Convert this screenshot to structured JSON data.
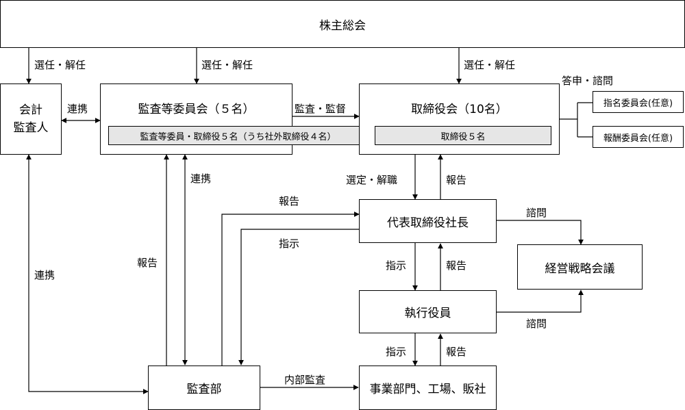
{
  "boxes": {
    "shareholders_meeting": "株主総会",
    "accounting_auditor_line1": "会計",
    "accounting_auditor_line2": "監査人",
    "audit_committee": "監査等委員会（５名）",
    "audit_committee_members": "監査等委員・取締役５名（うち社外取締役４名）",
    "board": "取締役会（10名）",
    "board_members": "取締役５名",
    "nomination_committee": "指名委員会(任意)",
    "compensation_committee": "報酬委員会(任意)",
    "president": "代表取締役社長",
    "strategy_meeting": "経営戦略会議",
    "executive_officers": "執行役員",
    "audit_department": "監査部",
    "business_units": "事業部門、工場、販社"
  },
  "labels": {
    "appoint_dismiss_1": "選任・解任",
    "appoint_dismiss_2": "選任・解任",
    "appoint_dismiss_3": "選任・解任",
    "report_consult": "答申・諮問",
    "coordination_auditor_committee": "連携",
    "audit_supervise": "監査・監督",
    "coordination_committee_dept": "連携",
    "select_dismiss": "選定・解職",
    "report_to_board": "報告",
    "report_dept_to_president": "報告",
    "instruct_president_to_dept": "指示",
    "consult_president": "諮問",
    "coordination_auditor_dept": "連携",
    "report_dept_to_committee": "報告",
    "instruct_president_to_exec": "指示",
    "report_exec_to_president": "報告",
    "consult_exec": "諮問",
    "instruct_exec_to_business": "指示",
    "report_business_to_exec": "報告",
    "internal_audit": "内部監査"
  }
}
